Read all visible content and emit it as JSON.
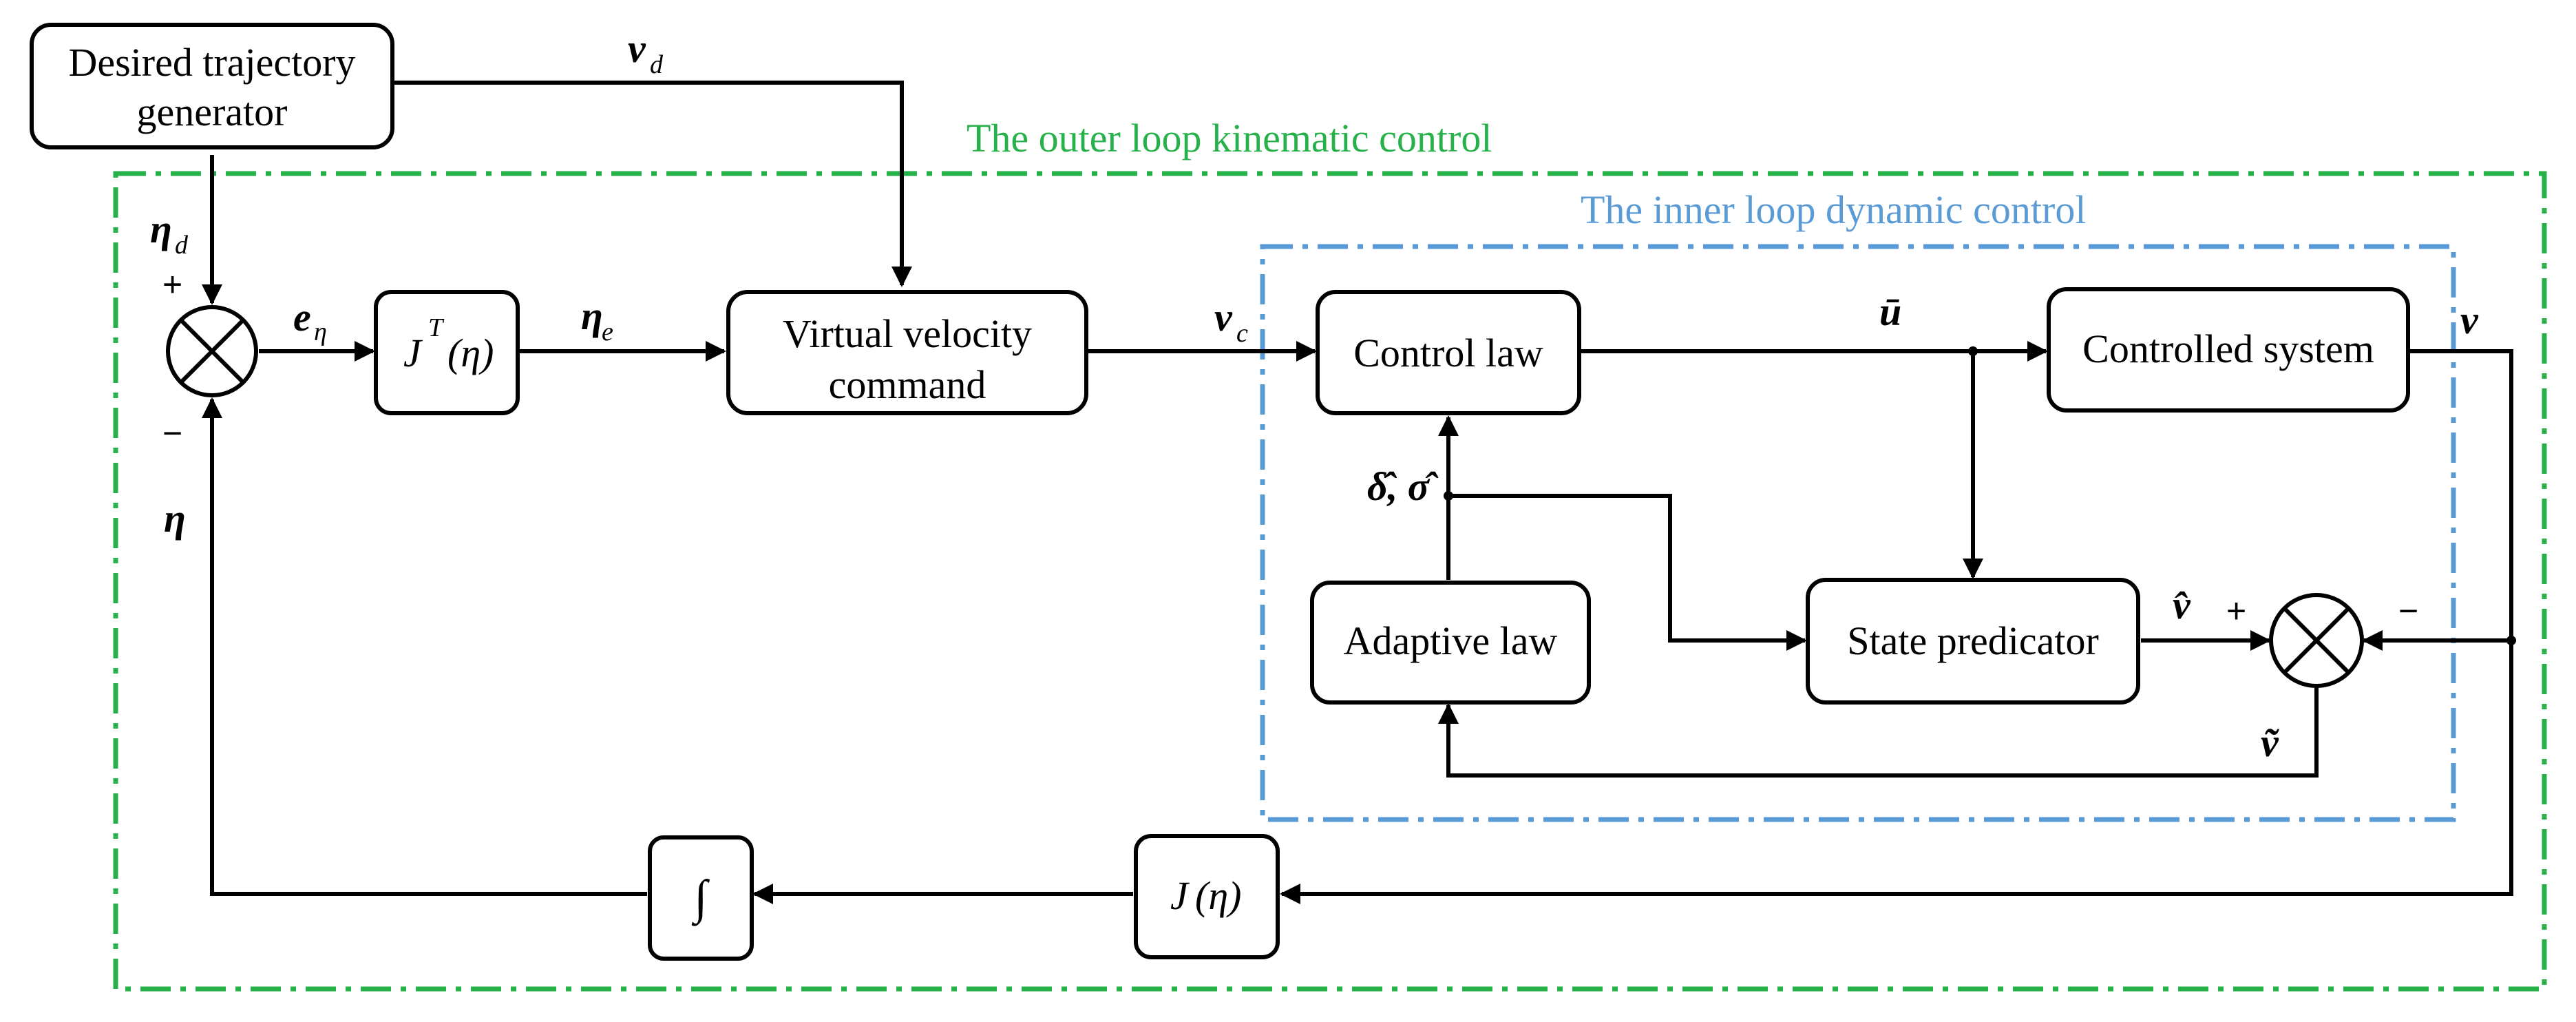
{
  "colors": {
    "outer_loop": "#27b14a",
    "inner_loop": "#5b9bd5",
    "lines": "#000000"
  },
  "loops": {
    "outer_title": "The outer loop kinematic control",
    "inner_title": "The inner loop dynamic control"
  },
  "blocks": {
    "trajectory_generator": [
      "Desired trajectory",
      "generator"
    ],
    "jacobian_transpose": {
      "base": "J",
      "sup": "T",
      "arg": "(η)"
    },
    "virtual_velocity": [
      "Virtual velocity",
      "command"
    ],
    "control_law": "Control law",
    "controlled_system": "Controlled system",
    "adaptive_law": "Adaptive law",
    "state_predicator": "State predicator",
    "jacobian": {
      "base": "J",
      "arg": "(η)"
    },
    "integrator": "∫"
  },
  "signals": {
    "v_d": {
      "base": "v",
      "sub": "d"
    },
    "eta_d": {
      "base": "η",
      "sub": "d"
    },
    "e_eta": {
      "base": "e",
      "sub": "η"
    },
    "eta_e": {
      "base": "η",
      "sub": "e"
    },
    "v_c": {
      "base": "v",
      "sub": "c"
    },
    "u_bar": "ū",
    "v": "v",
    "eta": "η",
    "delta_sigma_hat": "δ̂, σ̂",
    "v_hat": "v̂",
    "v_tilde": "ṽ"
  },
  "signs": {
    "sum1_plus": "+",
    "sum1_minus": "−",
    "sum2_plus": "+",
    "sum2_minus": "−"
  },
  "icons": [
    "summing-junction-icon",
    "integrator-icon",
    "arrowhead-icon"
  ]
}
